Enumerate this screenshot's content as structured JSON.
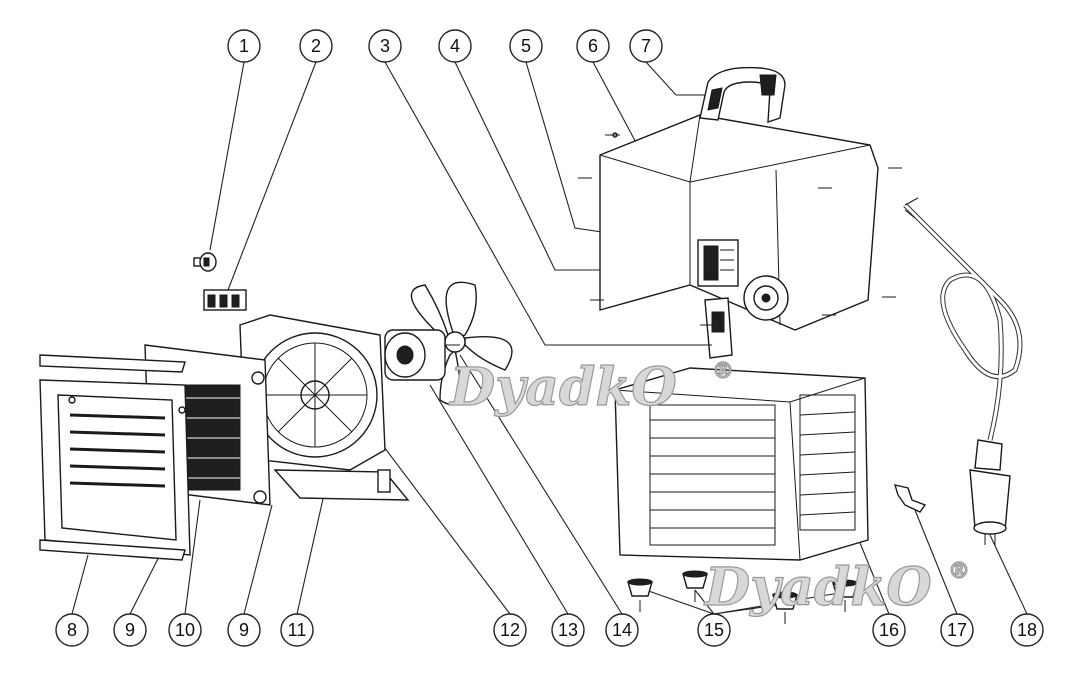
{
  "diagram": {
    "watermark_text": "DyadkO",
    "watermark_symbol": "®",
    "callouts": [
      {
        "num": "1"
      },
      {
        "num": "2"
      },
      {
        "num": "3"
      },
      {
        "num": "4"
      },
      {
        "num": "5"
      },
      {
        "num": "6"
      },
      {
        "num": "7"
      },
      {
        "num": "8"
      },
      {
        "num": "9"
      },
      {
        "num": "10"
      },
      {
        "num": "9"
      },
      {
        "num": "11"
      },
      {
        "num": "12"
      },
      {
        "num": "13"
      },
      {
        "num": "14"
      },
      {
        "num": "15"
      },
      {
        "num": "16"
      },
      {
        "num": "17"
      },
      {
        "num": "18"
      }
    ]
  }
}
